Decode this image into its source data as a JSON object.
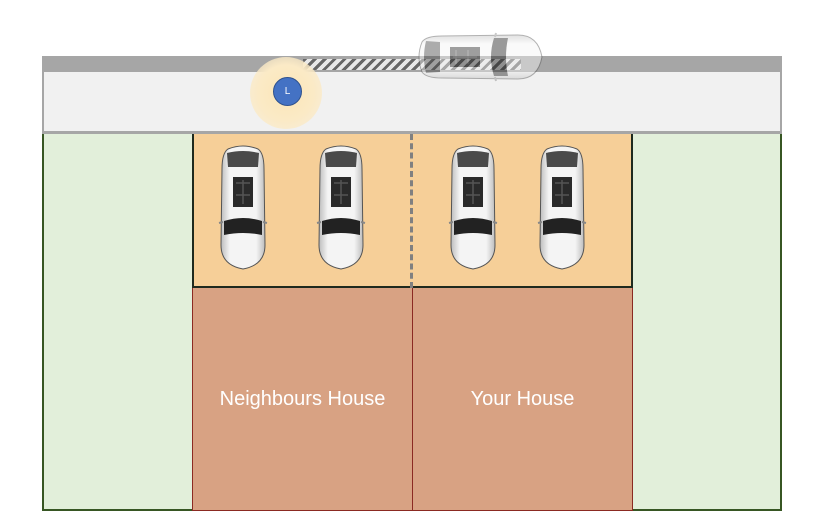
{
  "houses": {
    "neighbour": "Neighbours House",
    "yours": "Your House"
  },
  "marker": {
    "label": "L"
  },
  "colors": {
    "driveway": "#f6cf98",
    "house": "#d8a283",
    "garden": "#e2efda",
    "marker": "#4472c4",
    "road": "#f1f1f1"
  },
  "icons": [
    "car-icon",
    "location-marker-icon"
  ]
}
